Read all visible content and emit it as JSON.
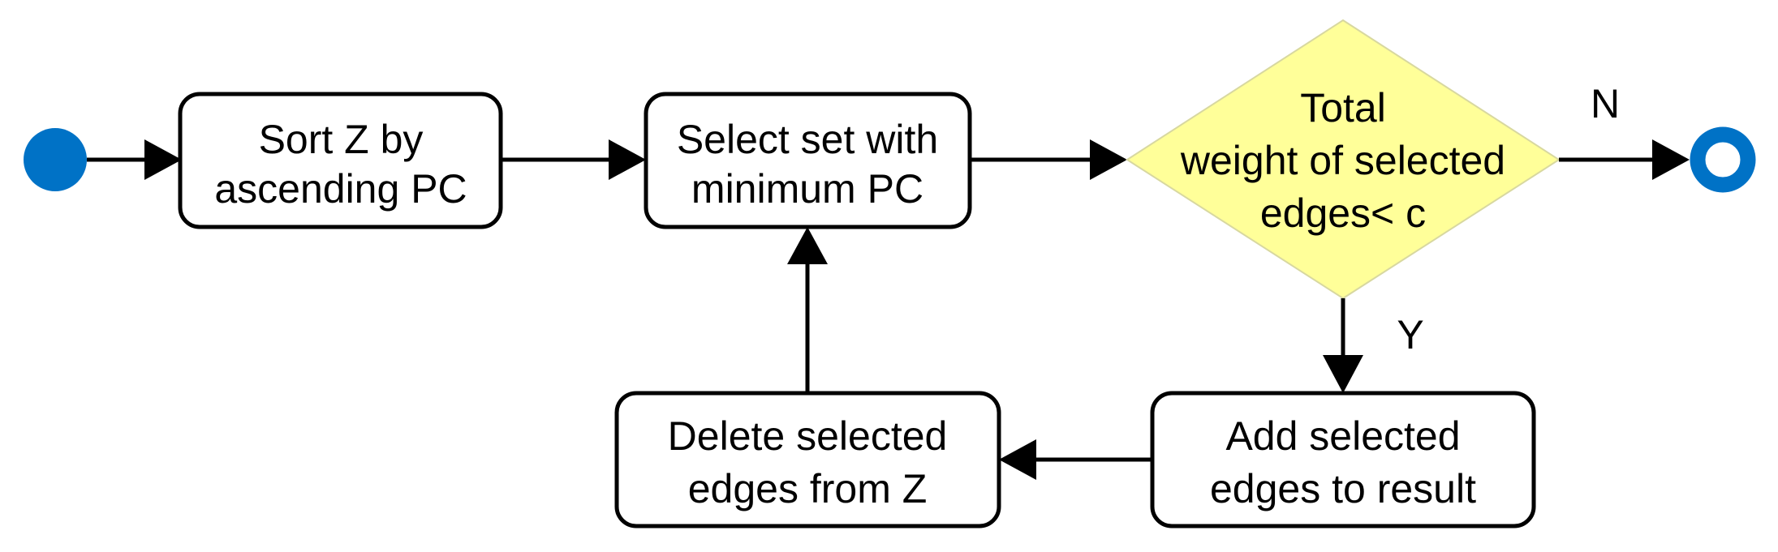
{
  "colors": {
    "background": "#ffffff",
    "stroke": "#000000",
    "start_node": "#0072c6",
    "decision_fill": "#ffff99",
    "process_fill": "#ffffff"
  },
  "nodes": {
    "sort": {
      "line1": "Sort Z by",
      "line2": "ascending PC"
    },
    "select": {
      "line1": "Select set with",
      "line2": "minimum PC"
    },
    "decision": {
      "line1": "Total",
      "line2": "weight of selected",
      "line3": "edges< c"
    },
    "add": {
      "line1": "Add selected",
      "line2": "edges to result"
    },
    "delete": {
      "line1": "Delete selected",
      "line2": "edges from Z"
    }
  },
  "edge_labels": {
    "no": "N",
    "yes": "Y"
  }
}
